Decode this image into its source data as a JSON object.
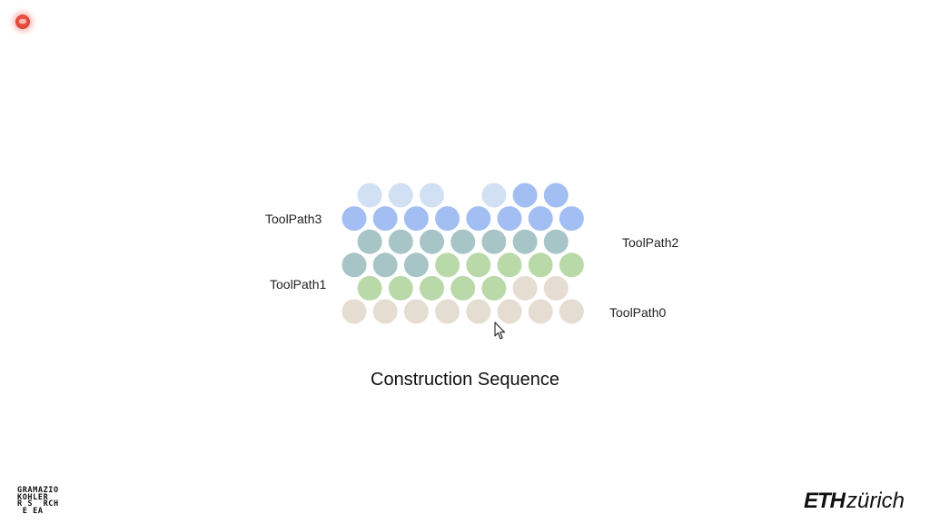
{
  "title": "Construction Sequence",
  "labels": {
    "toolpath3": "ToolPath3",
    "toolpath2": "ToolPath2",
    "toolpath1": "ToolPath1",
    "toolpath0": "ToolPath0"
  },
  "colors": {
    "toolpath0": "#e5ddd2",
    "toolpath1": "#b9d9a9",
    "toolpath2": "#a7c4c6",
    "toolpath3": "#a3bef3",
    "toolpath3_light": "#d1e0f3"
  },
  "rows": [
    [
      "toolpath3_light",
      "toolpath3_light",
      "toolpath3_light",
      "",
      "toolpath3_light",
      "toolpath3",
      "toolpath3"
    ],
    [
      "toolpath3",
      "toolpath3",
      "toolpath3",
      "toolpath3",
      "toolpath3",
      "toolpath3",
      "toolpath3",
      "toolpath3"
    ],
    [
      "toolpath2",
      "toolpath2",
      "toolpath2",
      "toolpath2",
      "toolpath2",
      "toolpath2",
      "toolpath2"
    ],
    [
      "toolpath2",
      "toolpath2",
      "toolpath2",
      "toolpath1",
      "toolpath1",
      "toolpath1",
      "toolpath1",
      "toolpath1"
    ],
    [
      "toolpath1",
      "toolpath1",
      "toolpath1",
      "toolpath1",
      "toolpath1",
      "toolpath0",
      "toolpath0"
    ],
    [
      "toolpath0",
      "toolpath0",
      "toolpath0",
      "toolpath0",
      "toolpath0",
      "toolpath0",
      "toolpath0",
      "toolpath0"
    ]
  ],
  "logos": {
    "gramazio": [
      "GRAMAZIO",
      "KOHLER",
      "R S  RCH",
      " E EA"
    ],
    "eth": "ETH",
    "zurich": "zürich"
  }
}
